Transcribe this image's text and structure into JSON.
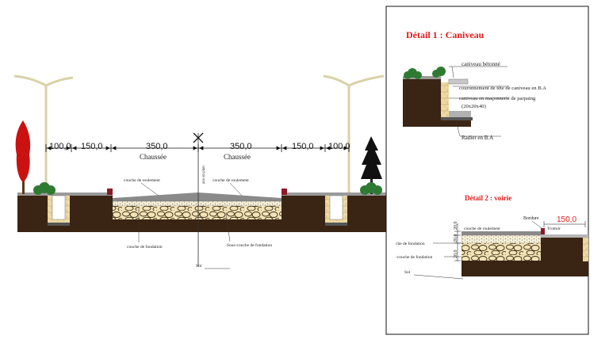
{
  "main_section": {
    "dimensions": [
      "100,0",
      "150,0",
      "350,0",
      "350,0",
      "150,0",
      "100,0"
    ],
    "roadway_labels": [
      "Chaussée",
      "Chaussée"
    ],
    "axis_label": "axe en plan",
    "layers": {
      "rolling_left": "couche de roulement",
      "rolling_right": "couche de roulement",
      "foundation": "couche de fondation",
      "subbase": "Sous-couche de fondation",
      "soil": "Sol"
    }
  },
  "detail1": {
    "title": "Détail 1 : Caniveau",
    "labels": {
      "concrete": "caniveau bétonné",
      "crown": "couronnement de tête de caniveau en B.A",
      "masonry": "caniveau en maçonnerie de parpaing",
      "masonry_size": "(20x20x40)",
      "slab": "Radier en B.A"
    }
  },
  "detail2": {
    "title": "Détail 2 : voirie",
    "labels": {
      "curb": "Bordure",
      "sidewalk_width": "150,0",
      "sidewalk": "Trottoir",
      "rolling": "couche de roulement",
      "foundation": "che de fondation",
      "subbase": "-couche de fondation",
      "soil": "Sol",
      "thk1": "20,0",
      "thk2": "20,0",
      "thk3": "20,0"
    }
  },
  "colors": {
    "soil": "#3a2414",
    "asphalt": "#8a8a8a",
    "aggregate": "#f2e6c0",
    "title_red": "#e01b1b",
    "tree_red": "#cc1111",
    "shrub_green": "#2f7a33",
    "masonry": "#e9d7a6"
  }
}
